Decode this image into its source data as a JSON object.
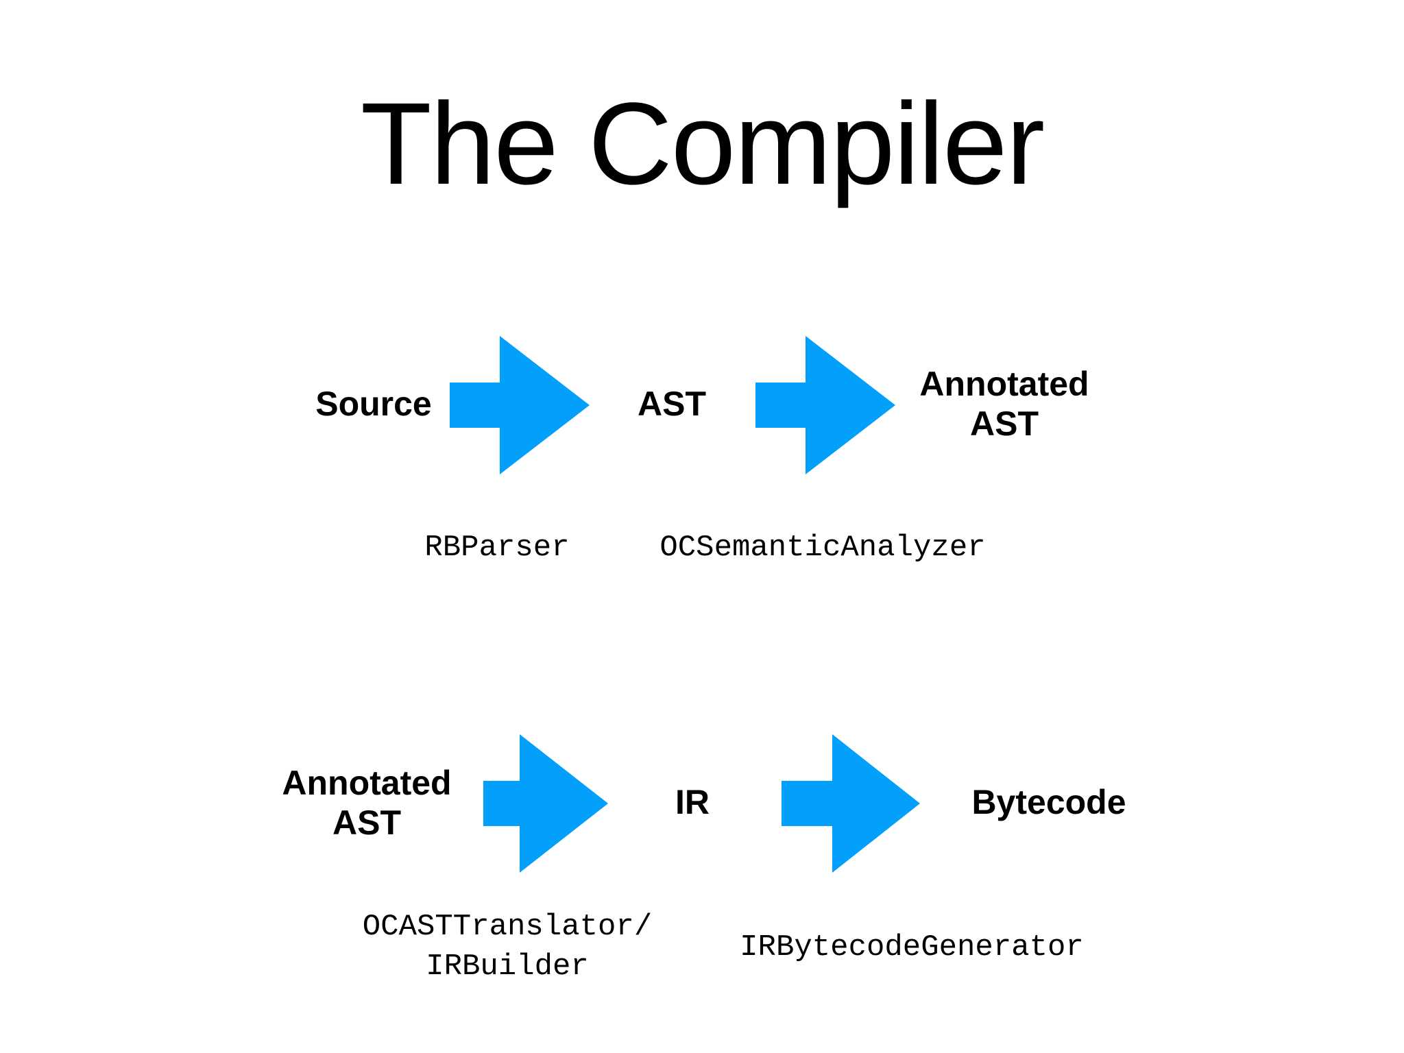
{
  "title": "The Compiler",
  "arrow_color": "#03a0fb",
  "row1": {
    "source": "Source",
    "ast": "AST",
    "annotated_ast": [
      "Annotated",
      "AST"
    ],
    "parser": "RBParser",
    "analyzer": "OCSemanticAnalyzer"
  },
  "row2": {
    "annotated_ast": [
      "Annotated",
      "AST"
    ],
    "ir": "IR",
    "bytecode": "Bytecode",
    "translator": [
      "OCASTTranslator/",
      "IRBuilder"
    ],
    "generator": "IRBytecodeGenerator"
  }
}
